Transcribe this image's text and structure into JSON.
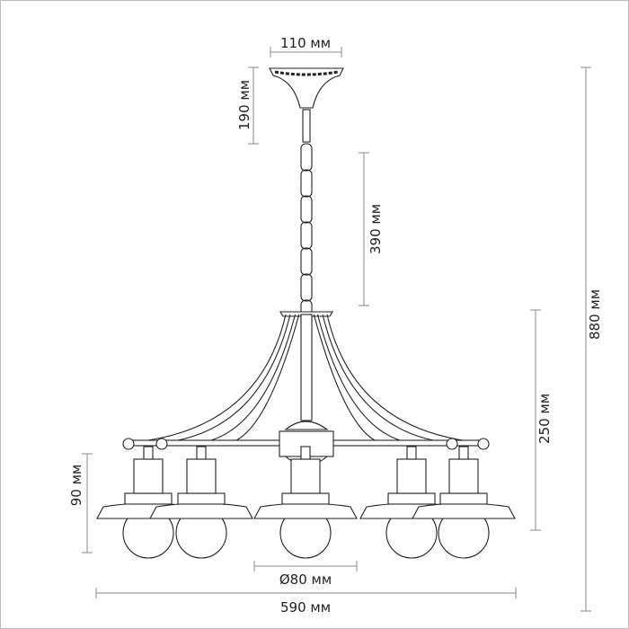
{
  "drawing": {
    "subject": "chandelier-5-lights",
    "dimensions": {
      "canopy_width": "110 мм",
      "canopy_height": "190 мм",
      "chain_length": "390 мм",
      "total_height": "880 мм",
      "body_height": "250 мм",
      "shade_height": "90 мм",
      "globe_diameter": "Ø80 мм",
      "total_width": "590 мм"
    },
    "line_color": "#222222",
    "dimension_color": "#888888"
  }
}
